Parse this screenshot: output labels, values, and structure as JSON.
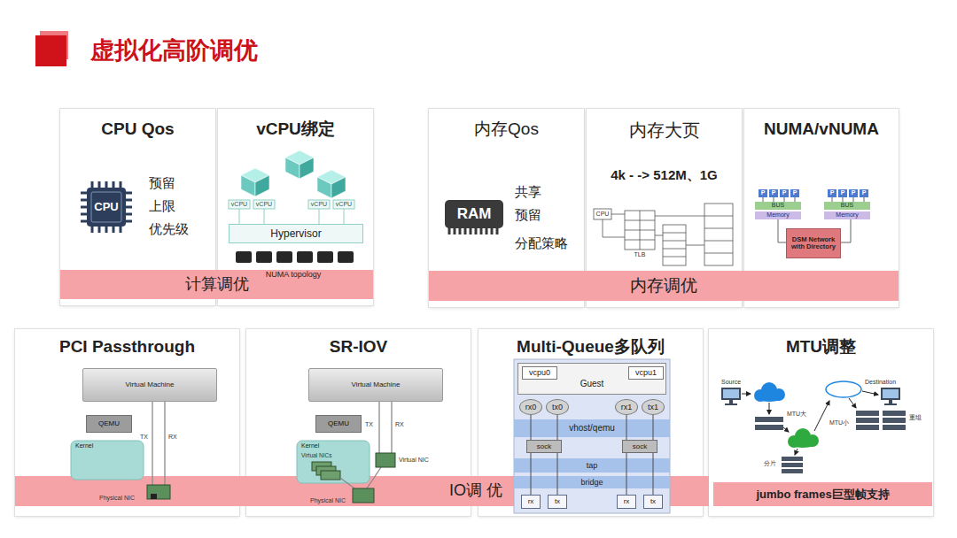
{
  "diagram": {
    "title": "虚拟化高阶调优",
    "nodes": [
      {
        "text": [
          "CPU Qos",
          "预留",
          "上限",
          "优先级"
        ]
      },
      {
        "text": [
          "vCPU绑定"
        ]
      },
      {
        "text": [
          "Hypervisor"
        ],
        "in": 1
      },
      {
        "text": [
          "计算调优"
        ]
      },
      {
        "text": [
          "内存Qos",
          "共享",
          "预留",
          "分配策略"
        ]
      },
      {
        "text": [
          "内存大页",
          "4k - -> 512M、1G"
        ]
      },
      {
        "text": [
          "NUMA/vNUMA"
        ]
      },
      {
        "text": [
          "DSM Network with Directory"
        ],
        "in": 6
      },
      {
        "text": [
          "内存调优"
        ]
      },
      {
        "text": [
          "PCI Passthrough"
        ]
      },
      {
        "text": [
          "Virtual Machine"
        ],
        "in": 9
      },
      {
        "text": [
          "QEMU"
        ],
        "in": 9
      },
      {
        "text": [
          "Kernel"
        ],
        "in": 9
      },
      {
        "text": [
          "SR-IOV"
        ]
      },
      {
        "text": [
          "Virtual Machine"
        ],
        "in": 13
      },
      {
        "text": [
          "QEMU"
        ],
        "in": 13
      },
      {
        "text": [
          "Kernel"
        ],
        "in": 13
      },
      {
        "text": [
          "Multi-Queue多队列"
        ]
      },
      {
        "text": [
          "Guest"
        ],
        "in": 17
      },
      {
        "text": [
          "vcpu0"
        ],
        "in": 18
      },
      {
        "text": [
          "vcpu1"
        ],
        "in": 18
      },
      {
        "text": [
          "rx0"
        ],
        "in": 17
      },
      {
        "text": [
          "tx0"
        ],
        "in": 17
      },
      {
        "text": [
          "rx1"
        ],
        "in": 17
      },
      {
        "text": [
          "tx1"
        ],
        "in": 17
      },
      {
        "text": [
          "vhost/qemu"
        ],
        "in": 17
      },
      {
        "text": [
          "tap"
        ],
        "in": 17
      },
      {
        "text": [
          "bridge"
        ],
        "in": 17
      },
      {
        "text": [
          "sock"
        ],
        "in": 17
      },
      {
        "text": [
          "sock"
        ],
        "in": 17
      },
      {
        "text": [
          "rx"
        ],
        "in": 17
      },
      {
        "text": [
          "tx"
        ],
        "in": 17
      },
      {
        "text": [
          "rx"
        ],
        "in": 17
      },
      {
        "text": [
          "tx"
        ],
        "in": 17
      },
      {
        "text": [
          "MTU调整"
        ]
      },
      {
        "text": [
          "jumbo frames巨型帧支持"
        ],
        "in": 34
      },
      {
        "text": [
          "IO调 优"
        ]
      }
    ],
    "edges": [
      {
        "from": 21,
        "to": 28,
        "arrow": "none"
      },
      {
        "from": 22,
        "to": 28,
        "arrow": "none"
      },
      {
        "from": 23,
        "to": 29,
        "arrow": "none"
      },
      {
        "from": 24,
        "to": 29,
        "arrow": "none"
      },
      {
        "from": 28,
        "to": 30,
        "arrow": "none"
      },
      {
        "from": 28,
        "to": 31,
        "arrow": "none"
      },
      {
        "from": 29,
        "to": 32,
        "arrow": "none"
      },
      {
        "from": 29,
        "to": 33,
        "arrow": "none"
      }
    ],
    "labels": [
      "CPU",
      "vCPU",
      "vCPU",
      "vCPU",
      "vCPU",
      "NUMA topology",
      "RAM",
      "CPU",
      "TLB",
      "P",
      "P",
      "P",
      "P",
      "P",
      "P",
      "P",
      "P",
      "BUS",
      "Memory",
      "BUS",
      "Memory",
      "TX",
      "RX",
      "Physical NIC",
      "TX",
      "RX",
      "Virtual NICs",
      "Virtual NIC",
      "Physical NIC",
      "Source",
      "Destination",
      "MTU大",
      "MTU小",
      "分片",
      "重组"
    ]
  }
}
